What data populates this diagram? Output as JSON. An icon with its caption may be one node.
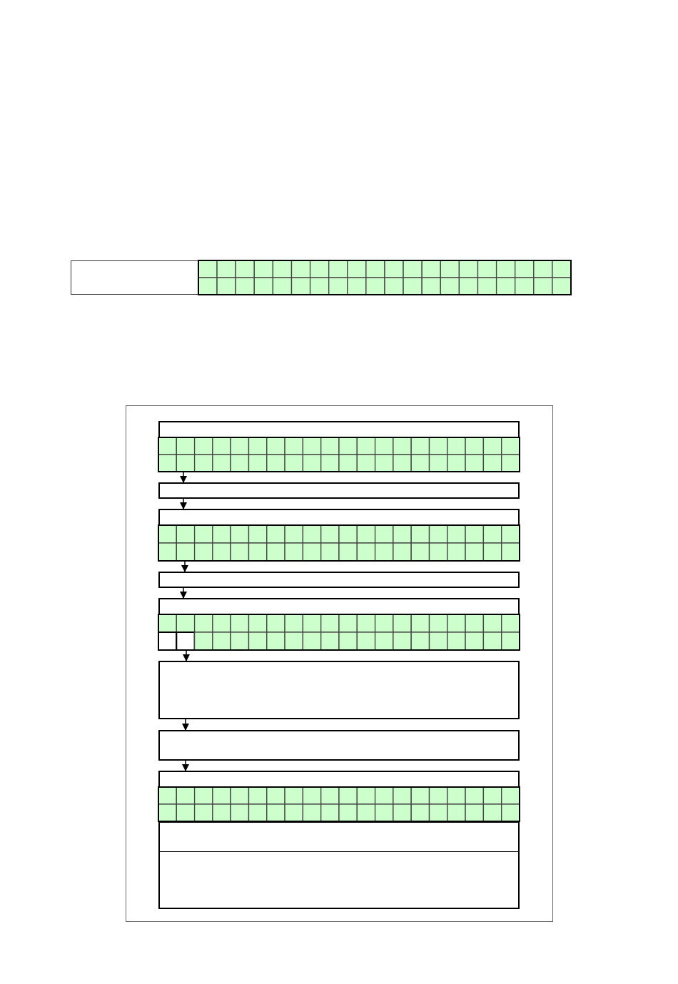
{
  "diagram": {
    "nodes": [
      {
        "text": [],
        "shape": "box"
      },
      {
        "text": [],
        "shape": "box"
      },
      {
        "text": [],
        "shape": "box",
        "in": 1
      },
      {
        "text": [],
        "shape": "box",
        "in": 1
      },
      {
        "text": [],
        "shape": "box",
        "in": 1
      },
      {
        "text": [],
        "shape": "box",
        "in": 1
      },
      {
        "text": [],
        "shape": "box",
        "in": 1
      },
      {
        "text": [],
        "shape": "box",
        "in": 1
      },
      {
        "text": [],
        "shape": "box",
        "in": 1
      },
      {
        "text": [],
        "shape": "box",
        "in": 1
      }
    ],
    "edges": [
      {
        "from": 2,
        "to": 3,
        "arrow": "to"
      },
      {
        "from": 3,
        "to": 4,
        "arrow": "to"
      },
      {
        "from": 4,
        "to": 5,
        "arrow": "to"
      },
      {
        "from": 5,
        "to": 6,
        "arrow": "to"
      },
      {
        "from": 6,
        "to": 7,
        "arrow": "to"
      },
      {
        "from": 7,
        "to": 8,
        "arrow": "to"
      },
      {
        "from": 8,
        "to": 9,
        "arrow": "to"
      }
    ]
  }
}
